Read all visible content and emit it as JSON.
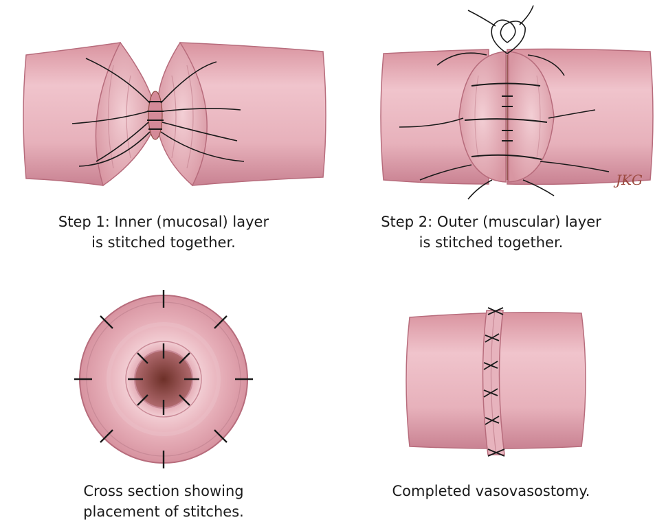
{
  "figure": {
    "panels": [
      {
        "id": "step1",
        "caption_lines": [
          "Step 1: Inner (mucosal) layer",
          "is stitched together."
        ]
      },
      {
        "id": "step2",
        "caption_lines": [
          "Step 2: Outer (muscular) layer",
          "is stitched together."
        ],
        "signature": "JKG"
      },
      {
        "id": "cross-section",
        "caption_lines": [
          "Cross section showing",
          "placement of stitches."
        ]
      },
      {
        "id": "completed",
        "caption_lines": [
          "Completed vasovasostomy."
        ]
      }
    ],
    "colors": {
      "tissue": "#e3aab4",
      "tissue_light": "#f2ccd3",
      "tissue_dark": "#c07a88",
      "outline": "#b76c7c",
      "lumen": "#8a4840",
      "suture": "#1a1a1a"
    }
  }
}
